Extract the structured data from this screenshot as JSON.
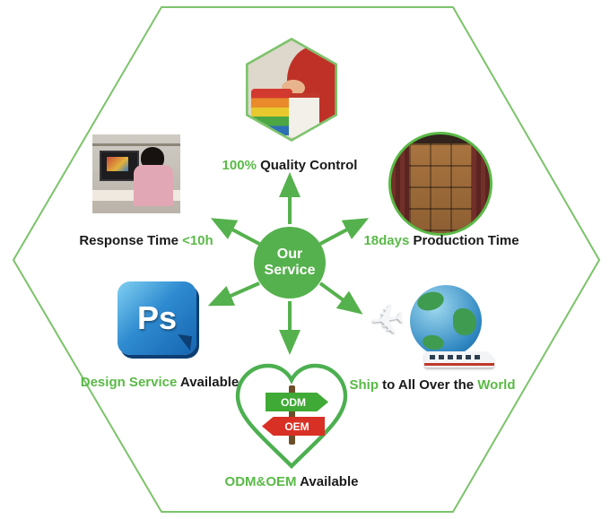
{
  "diagram_title": "Our Service",
  "center": {
    "line1": "Our",
    "line2": "Service"
  },
  "labels": {
    "quality": {
      "seg1": "100% ",
      "seg2": "Quality Control"
    },
    "production": {
      "seg1": "18days ",
      "seg2": "Production Time"
    },
    "response": {
      "seg1": "Response Time ",
      "seg2": "<10h"
    },
    "design": {
      "seg1": "Design Service ",
      "seg2": "Available"
    },
    "ship": {
      "seg1": "Ship ",
      "seg2": "to All Over the ",
      "seg3": "World"
    },
    "odmoem": {
      "seg1": "ODM&OEM ",
      "seg2": "Available"
    }
  },
  "graphics": {
    "ps_icon_text": "Ps",
    "odm_sign": "ODM",
    "oem_sign": "OEM",
    "plane_glyph": "✈"
  },
  "colors": {
    "accent_green": "#55b14d",
    "text_green": "#5aba47",
    "hexagon_border": "#7cc36b",
    "odm_green": "#3faa35",
    "oem_red": "#d93025",
    "ps_blue": "#1565b0"
  }
}
